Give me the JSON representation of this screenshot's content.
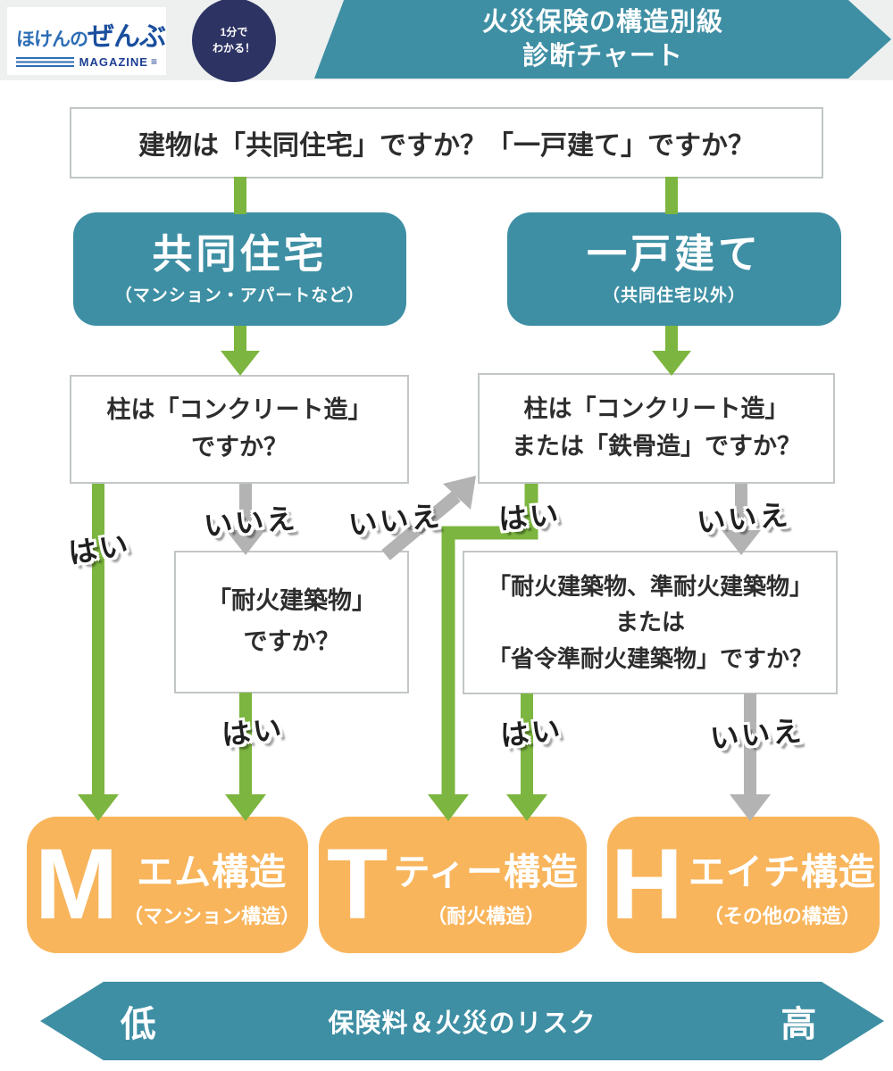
{
  "colors": {
    "teal": "#3E8FA4",
    "green": "#7CB53F",
    "gray": "#B3B3B3",
    "orange": "#F8B55C",
    "navy": "#2D3363",
    "logo_blue": "#2E6DB6",
    "logo_blue_dark": "#1A4F9E"
  },
  "header": {
    "logo": {
      "part1": "ほけんの",
      "part2": "ぜんぶ",
      "magazine": "MAGAZINE",
      "menu_glyph": "≡"
    },
    "badge": {
      "line1": "1分で",
      "line2": "わかる！"
    },
    "title_line1": "火災保険の構造別級",
    "title_line2": "診断チャート"
  },
  "flow": {
    "q1": {
      "text": "建物は「共同住宅」ですか？「一戸建て」ですか？"
    },
    "branch_left": {
      "title": "共同住宅",
      "subtitle": "（マンション・アパートなど）"
    },
    "branch_right": {
      "title": "一戸建て",
      "subtitle": "（共同住宅以外）"
    },
    "q2_left": {
      "line1": "柱は「コンクリート造」",
      "line2": "ですか？"
    },
    "q2_right": {
      "line1": "柱は「コンクリート造」",
      "line2": "または「鉄骨造」ですか？"
    },
    "q3_left": {
      "line1": "「耐火建築物」",
      "line2": "ですか？"
    },
    "q3_right": {
      "line1": "「耐火建築物、準耐火建築物」",
      "line2": "または",
      "line3": "「省令準耐火建築物」ですか？"
    },
    "labels": {
      "yes": "はい",
      "no": "いいえ"
    },
    "results": [
      {
        "letter": "M",
        "name": "エム構造",
        "subtitle": "（マンション構造）"
      },
      {
        "letter": "T",
        "name": "ティー構造",
        "subtitle": "（耐火構造）"
      },
      {
        "letter": "H",
        "name": "エイチ構造",
        "subtitle": "（その他の構造）"
      }
    ]
  },
  "footer": {
    "low": "低",
    "label": "保険料＆火災のリスク",
    "high": "高"
  }
}
